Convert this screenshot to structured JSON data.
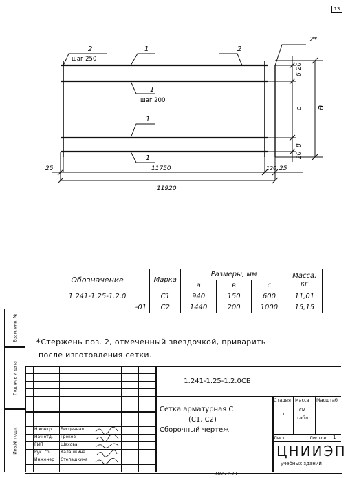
{
  "sheet": {
    "corner": "13"
  },
  "drawing": {
    "callouts": {
      "top_left_num": "2",
      "top_left_step": "шаг 250",
      "top_mid1": "1",
      "top_mid2": "2",
      "top_right": "2*",
      "mid_num": "1",
      "mid_step": "шаг 200",
      "lower_num1": "1",
      "lower_num2": "1"
    },
    "dims": {
      "d20a": "20",
      "d6": "6",
      "dc": "c",
      "da": "a",
      "d8": "8",
      "d20b": "20",
      "d25a": "25",
      "d11750": "11750",
      "d120": "120",
      "d25b": "25",
      "d11920": "11920"
    }
  },
  "spec_table": {
    "h_designation": "Обозначение",
    "h_mark": "Марка",
    "h_sizes": "Размеры, мм",
    "h_mass": "Масса,",
    "h_mass_unit": "кг",
    "h_a": "a",
    "h_b": "в",
    "h_c": "c",
    "rows": [
      {
        "designation": "1.241-1.25-1.2.0",
        "mark": "С1",
        "a": "940",
        "b": "150",
        "c": "600",
        "mass": "11,01"
      },
      {
        "designation": "-01",
        "mark": "С2",
        "a": "1440",
        "b": "200",
        "c": "1000",
        "mass": "15,15"
      }
    ]
  },
  "note": {
    "star": "*",
    "line1": "Стержень поз. 2, отмеченный звездочкой, приварить",
    "line2": "после изготовления сетки."
  },
  "side_labels": {
    "inv_vzam": "Взам. инв. №",
    "sign_date": "Подпись и дата",
    "inv_podl": "Инв.№ подл."
  },
  "stamp": {
    "code": "1.241-1.25-1.2.0СБ",
    "title1": "Сетка арматурная С",
    "title2": "(С1, С2)",
    "title3": "Сборочный чертеж",
    "stage_h": "Стадия",
    "mass_h": "Масса",
    "scale_h": "Масштаб",
    "stage_v": "Р",
    "mass_v1": "см.",
    "mass_v2": "табл.",
    "sheet_h": "Лист",
    "sheets_h": "Листов",
    "sheets_v": "1",
    "org": "ЦНИИЭП",
    "org_sub": "учебных зданий",
    "people": [
      {
        "role": "Н.контр.",
        "name": "Бесценная"
      },
      {
        "role": "Нач.отд.",
        "name": "Греков"
      },
      {
        "role": "ГИП",
        "name": "Шахова"
      },
      {
        "role": "Рук. гр.",
        "name": "Калашкина"
      },
      {
        "role": "Инженер",
        "name": "Степашкина"
      }
    ],
    "footer": "10777-11"
  }
}
